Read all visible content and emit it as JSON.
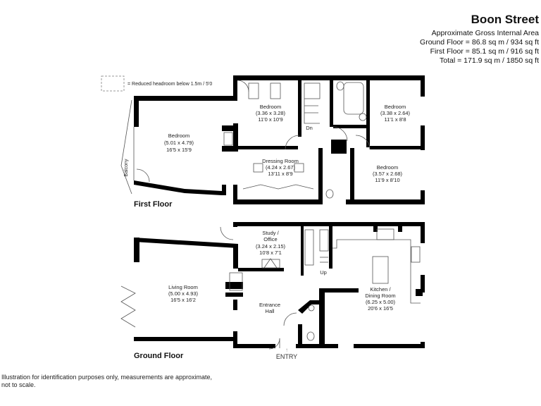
{
  "header": {
    "title": "Boon Street",
    "subtitle": "Approximate Gross Internal Area",
    "ground_floor": "Ground Floor = 86.8 sq m / 934 sq ft",
    "first_floor": "First Floor = 85.1 sq m / 916 sq ft",
    "total": "Total = 171.9 sq m / 1850 sq ft"
  },
  "legend": {
    "reduced_headroom": "= Reduced headroom below 1.5m / 5'0"
  },
  "first_floor": {
    "label": "First Floor",
    "balcony": "Balcony",
    "dn": "Dn",
    "rooms": [
      {
        "name": "Bedroom",
        "metric": "(5.01 x 4.79)",
        "imperial": "16'5 x 15'9"
      },
      {
        "name": "Bedroom",
        "metric": "(3.36 x 3.28)",
        "imperial": "11'0 x 10'9"
      },
      {
        "name": "Bedroom",
        "metric": "(3.38 x 2.64)",
        "imperial": "11'1 x 8'8"
      },
      {
        "name": "Dressing Room",
        "metric": "(4.24 x 2.67)",
        "imperial": "13'11 x 8'9"
      },
      {
        "name": "Bedroom",
        "metric": "(3.57 x 2.68)",
        "imperial": "11'9 x 8'10"
      }
    ]
  },
  "ground_floor": {
    "label": "Ground Floor",
    "up": "Up",
    "entry": "ENTRY",
    "rooms": [
      {
        "name1": "Study /",
        "name2": "Office",
        "metric": "(3.24 x 2.15)",
        "imperial": "10'8 x 7'1"
      },
      {
        "name": "Living Room",
        "metric": "(5.00 x 4.93)",
        "imperial": "16'5 x 16'2"
      },
      {
        "name1": "Entrance",
        "name2": "Hall"
      },
      {
        "name1": "Kitchen /",
        "name2": "Dining Room",
        "metric": "(6.25 x 5.00)",
        "imperial": "20'6 x 16'5"
      }
    ]
  },
  "footer": {
    "line1": "Illustration for identification purposes only, measurements are approximate,",
    "line2": "not to scale."
  }
}
